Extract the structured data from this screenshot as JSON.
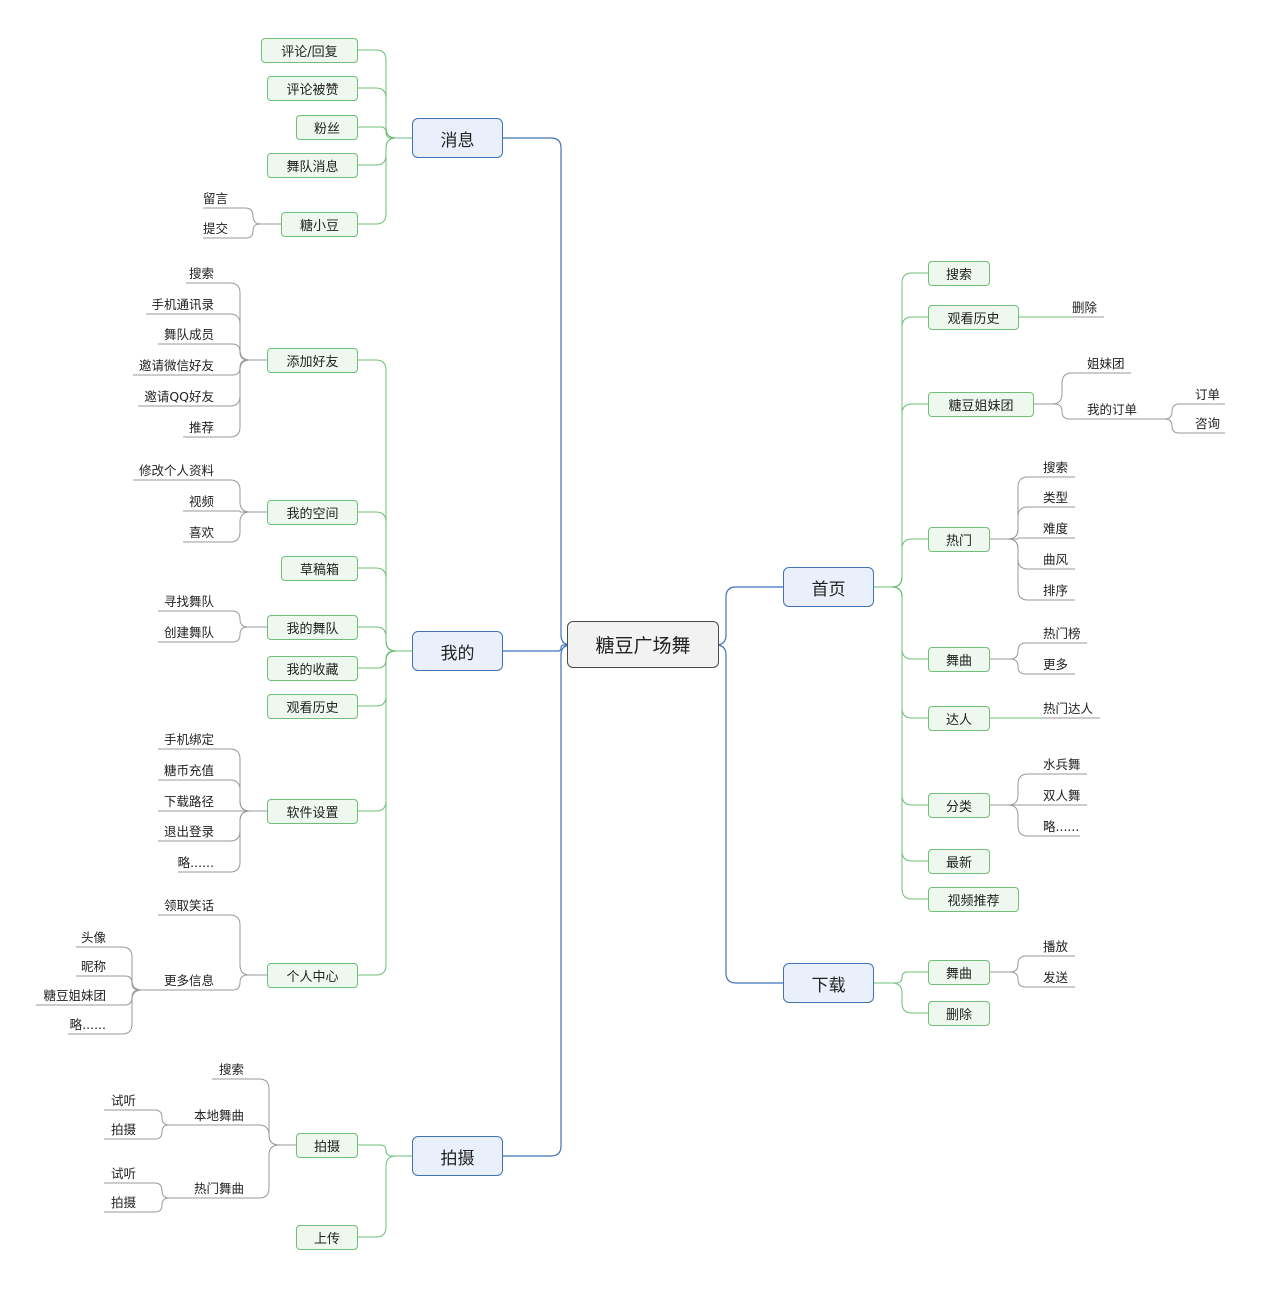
{
  "diagram": {
    "root": "糖豆广场舞",
    "branches": [
      {
        "label": "消息",
        "children": [
          {
            "label": "评论/回复"
          },
          {
            "label": "评论被赞"
          },
          {
            "label": "粉丝"
          },
          {
            "label": "舞队消息"
          },
          {
            "label": "糖小豆",
            "children": [
              {
                "label": "留言"
              },
              {
                "label": "提交"
              }
            ]
          }
        ]
      },
      {
        "label": "我的",
        "children": [
          {
            "label": "添加好友",
            "children": [
              {
                "label": "搜索"
              },
              {
                "label": "手机通讯录"
              },
              {
                "label": "舞队成员"
              },
              {
                "label": "邀请微信好友"
              },
              {
                "label": "邀请QQ好友"
              },
              {
                "label": "推荐"
              }
            ]
          },
          {
            "label": "我的空间",
            "children": [
              {
                "label": "修改个人资料"
              },
              {
                "label": "视频"
              },
              {
                "label": "喜欢"
              }
            ]
          },
          {
            "label": "草稿箱"
          },
          {
            "label": "我的舞队",
            "children": [
              {
                "label": "寻找舞队"
              },
              {
                "label": "创建舞队"
              }
            ]
          },
          {
            "label": "我的收藏"
          },
          {
            "label": "观看历史"
          },
          {
            "label": "软件设置",
            "children": [
              {
                "label": "手机绑定"
              },
              {
                "label": "糖币充值"
              },
              {
                "label": "下载路径"
              },
              {
                "label": "退出登录"
              },
              {
                "label": "略......"
              }
            ]
          },
          {
            "label": "个人中心",
            "children": [
              {
                "label": "领取笑话"
              },
              {
                "label": "更多信息",
                "children": [
                  {
                    "label": "头像"
                  },
                  {
                    "label": "昵称"
                  },
                  {
                    "label": "糖豆姐妹团"
                  },
                  {
                    "label": "略......"
                  }
                ]
              }
            ]
          }
        ]
      },
      {
        "label": "拍摄",
        "children": [
          {
            "label": "拍摄",
            "children": [
              {
                "label": "搜索"
              },
              {
                "label": "本地舞曲",
                "children": [
                  {
                    "label": "试听"
                  },
                  {
                    "label": "拍摄"
                  }
                ]
              },
              {
                "label": "热门舞曲",
                "children": [
                  {
                    "label": "试听"
                  },
                  {
                    "label": "拍摄"
                  }
                ]
              }
            ]
          },
          {
            "label": "上传"
          }
        ]
      },
      {
        "label": "首页",
        "children": [
          {
            "label": "搜索"
          },
          {
            "label": "观看历史",
            "children": [
              {
                "label": "删除"
              }
            ]
          },
          {
            "label": "糖豆姐妹团",
            "children": [
              {
                "label": "姐妹团"
              },
              {
                "label": "我的订单",
                "children": [
                  {
                    "label": "订单"
                  },
                  {
                    "label": "咨询"
                  }
                ]
              }
            ]
          },
          {
            "label": "热门",
            "children": [
              {
                "label": "搜索"
              },
              {
                "label": "类型"
              },
              {
                "label": "难度"
              },
              {
                "label": "曲风"
              },
              {
                "label": "排序"
              }
            ]
          },
          {
            "label": "舞曲",
            "children": [
              {
                "label": "热门榜"
              },
              {
                "label": "更多"
              }
            ]
          },
          {
            "label": "达人",
            "children": [
              {
                "label": "热门达人"
              }
            ]
          },
          {
            "label": "分类",
            "children": [
              {
                "label": "水兵舞"
              },
              {
                "label": "双人舞"
              },
              {
                "label": "略......"
              }
            ]
          },
          {
            "label": "最新"
          },
          {
            "label": "视频推荐"
          }
        ]
      },
      {
        "label": "下载",
        "children": [
          {
            "label": "舞曲",
            "children": [
              {
                "label": "播放"
              },
              {
                "label": "发送"
              }
            ]
          },
          {
            "label": "删除"
          }
        ]
      }
    ]
  },
  "colors": {
    "main_link": "#3f73b6",
    "sub_link": "#6fbf78",
    "leaf_link": "#9a9a9a",
    "root_fill": "#f2f2f2",
    "l1_fill": "#e9f0fb",
    "l2_fill": "#eef8ef"
  }
}
